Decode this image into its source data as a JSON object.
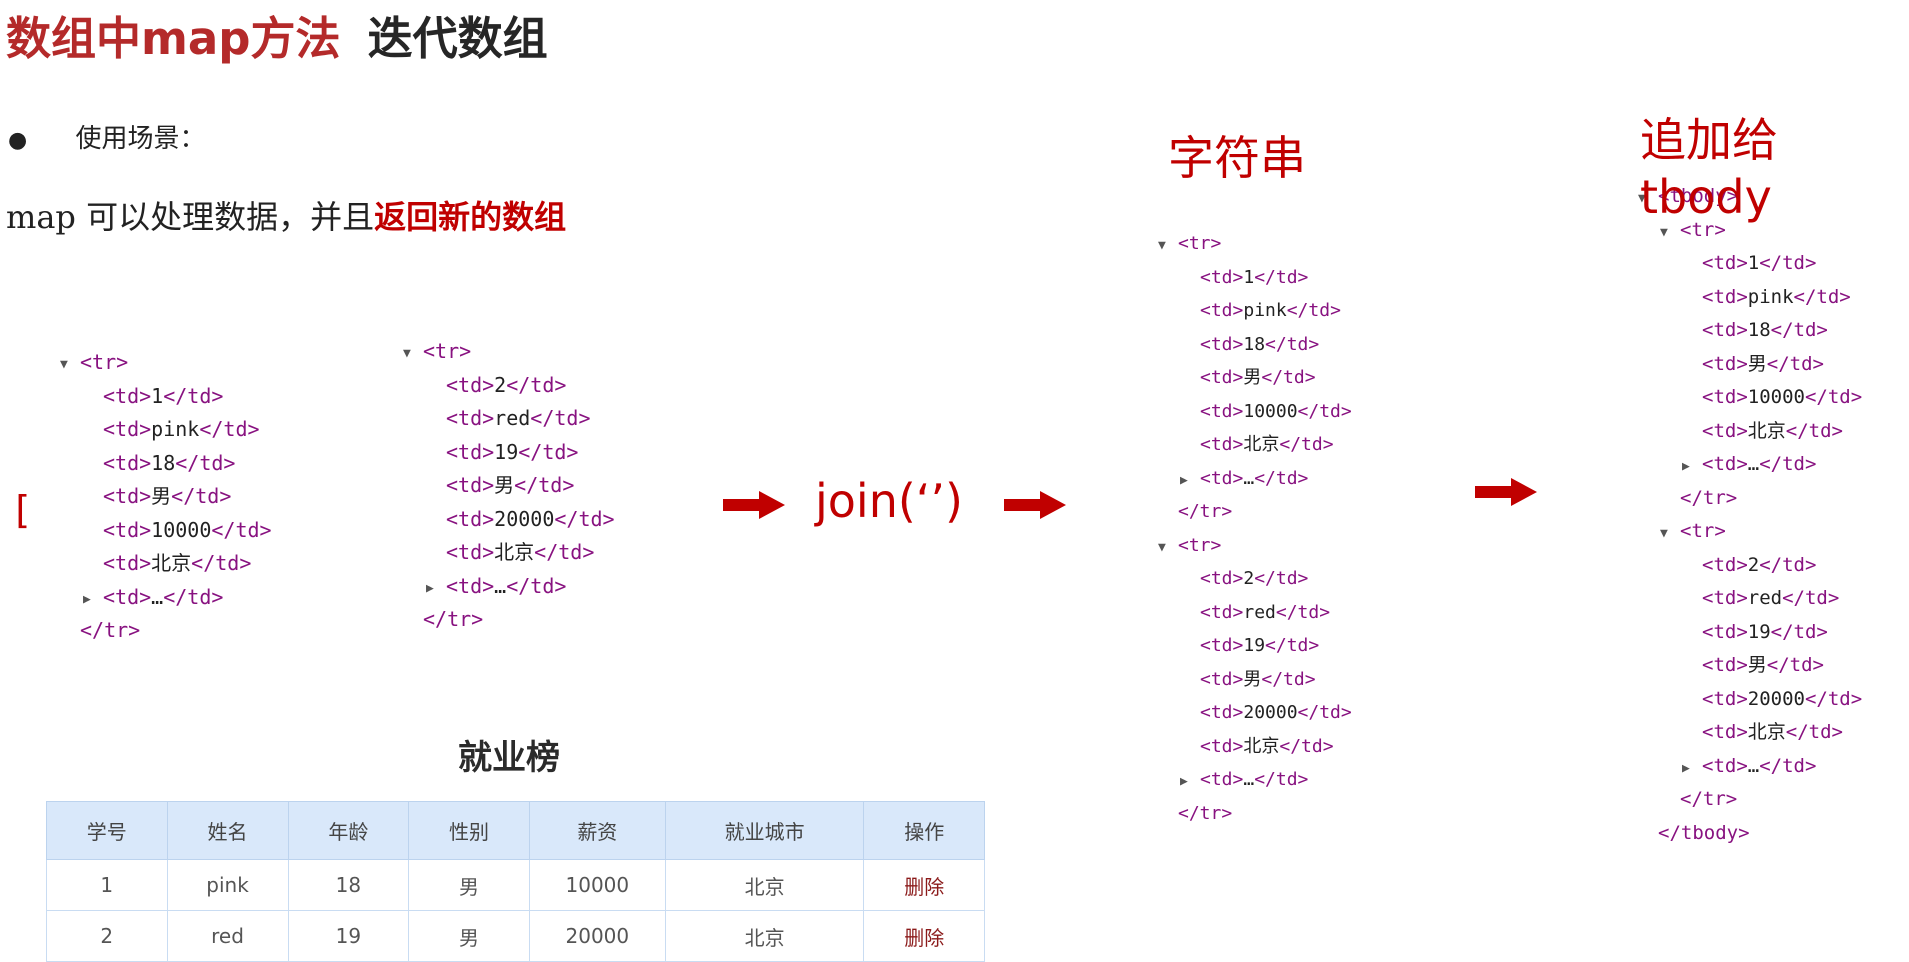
{
  "header": {
    "title_red": "数组中map方法",
    "title_dark": "迭代数组"
  },
  "intro": {
    "bullet_label": "使用场景：",
    "line_prefix": "map 可以处理数据，并且",
    "line_highlight": "返回新的数组"
  },
  "labels": {
    "bracket": "[",
    "join": "join(‘’)",
    "string": "字符串",
    "append": "追加给tbody"
  },
  "rows": [
    {
      "cells": [
        "1",
        "pink",
        "18",
        "男",
        "10000",
        "北京"
      ]
    },
    {
      "cells": [
        "2",
        "red",
        "19",
        "男",
        "20000",
        "北京"
      ]
    }
  ],
  "code": {
    "tr_open": "<tr>",
    "tr_close": "</tr>",
    "td_open": "<td>",
    "td_close": "</td>",
    "ellipsis": "…",
    "tbody_open": "<tbody>",
    "tbody_close": "</tbody>"
  },
  "table": {
    "title": "就业榜",
    "headers": [
      "学号",
      "姓名",
      "年龄",
      "性别",
      "薪资",
      "就业城市",
      "操作"
    ],
    "rows": [
      [
        "1",
        "pink",
        "18",
        "男",
        "10000",
        "北京",
        "删除"
      ],
      [
        "2",
        "red",
        "19",
        "男",
        "20000",
        "北京",
        "删除"
      ]
    ]
  },
  "colors": {
    "accent_red": "#c00000",
    "title_red": "#b42a2a",
    "tag_purple": "#881280",
    "table_header_bg": "#d9e8fa"
  }
}
